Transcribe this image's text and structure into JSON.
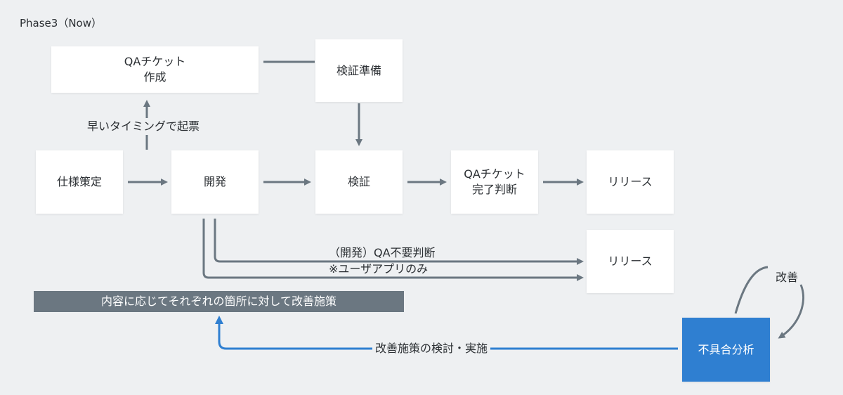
{
  "phase_title": "Phase3（Now）",
  "colors": {
    "arrow": "#6b7781",
    "accent": "#2f7fd1",
    "banner": "#6b7781"
  },
  "nodes": {
    "qa_ticket_create_line1": "QAチケット",
    "qa_ticket_create_line2": "作成",
    "verify_prep": "検証準備",
    "spec": "仕様策定",
    "dev": "開発",
    "verify": "検証",
    "qa_ticket_done_line1": "QAチケット",
    "qa_ticket_done_line2": "完了判断",
    "release": "リリース",
    "release2": "リリース",
    "defect_analysis": "不具合分析"
  },
  "labels": {
    "early_timing": "早いタイミングで起票",
    "qa_unneeded_line1": "（開発）QA不要判断",
    "qa_unneeded_line2": "※ユーザアプリのみ",
    "improve": "改善",
    "improve_action": "改善施策の検討・実施"
  },
  "banner": "内容に応じてそれぞれの箇所に対して改善施策"
}
